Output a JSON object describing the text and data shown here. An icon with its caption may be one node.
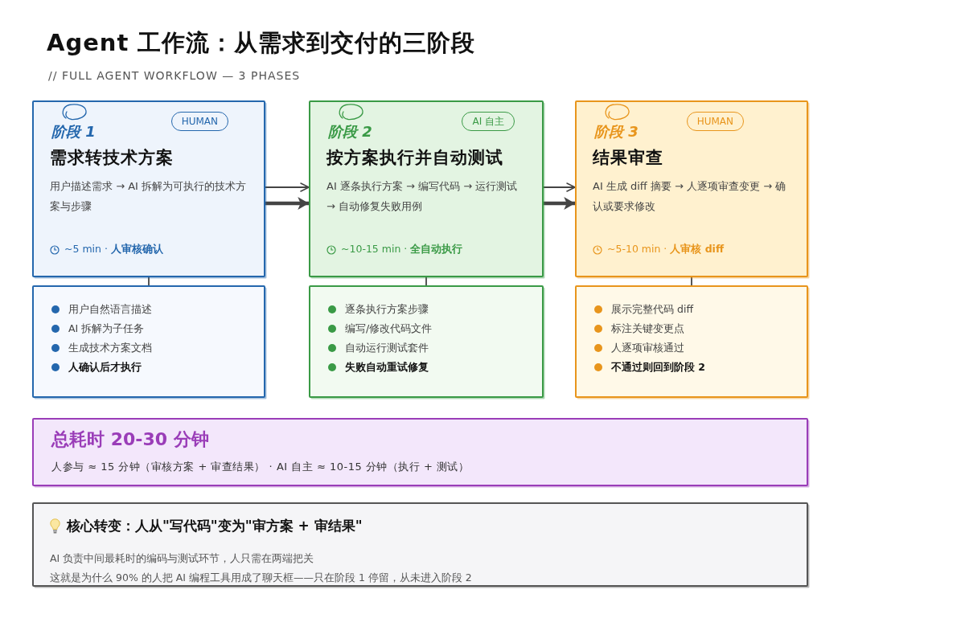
{
  "diagram": {
    "title": "Agent 工作流：从需求到交付的三阶段",
    "nodes": [
      {
        "text": [
          "阶段 1",
          "需求转技术方案",
          "用户描述需求 → AI 拆解为可执行的技术方案与步骤",
          "~5 min · **人审核确认**"
        ]
      },
      {
        "text": [
          "HUMAN"
        ],
        "in": 0
      },
      {
        "text": [
          "阶段 2",
          "按方案执行并自动测试",
          "AI 逐条执行方案 → 编写代码 → 运行测试 → 自动修复失败用例",
          "~10-15 min · **全自动执行**"
        ]
      },
      {
        "text": [
          "AI 自主"
        ],
        "in": 2
      },
      {
        "text": [
          "阶段 3",
          "结果审查",
          "AI 生成 diff 摘要 → 人逐项审查变更 → 确认或要求修改",
          "~5-10 min · **人审核 diff**"
        ]
      },
      {
        "text": [
          "HUMAN"
        ],
        "in": 4
      },
      {
        "text": [
          "用户自然语言描述",
          "AI 拆解为子任务",
          "生成技术方案文档",
          "人确认后才执行"
        ]
      },
      {
        "text": [
          "逐条执行方案步骤",
          "编写/修改代码文件",
          "自动运行测试套件",
          "失败自动重试修复"
        ]
      },
      {
        "text": [
          "展示完整代码 diff",
          "标注关键变更点",
          "人逐项审核通过",
          "不通过则回到阶段 2"
        ]
      },
      {
        "text": [
          "总耗时 20-30 分钟",
          "人参与 ≈ 15 分钟（审核方案 + 审查结果） · AI 自主 ≈ 10-15 分钟（执行 + 测试）"
        ]
      },
      {
        "text": [
          "核心转变：人从\"写代码\"变为\"审方案 + 审结果\"",
          "AI 负责中间最耗时的编码与测试环节，人只需在两端把关",
          "这就是为什么 90% 的人把 AI 编程工具用成了聊天框——只在阶段 1 停留，从未进入阶段 2"
        ]
      }
    ],
    "edges": [
      {
        "from": 0,
        "to": 2,
        "arrow": "to"
      },
      {
        "from": 0,
        "to": 2,
        "arrow": "to",
        "style": "thick"
      },
      {
        "from": 2,
        "to": 4,
        "arrow": "to"
      },
      {
        "from": 2,
        "to": 4,
        "arrow": "to",
        "style": "thick"
      },
      {
        "from": 0,
        "to": 6,
        "arrow": "none"
      },
      {
        "from": 2,
        "to": 7,
        "arrow": "none"
      },
      {
        "from": 4,
        "to": 8,
        "arrow": "none"
      }
    ],
    "labels": [
      "// FULL AGENT WORKFLOW — 3 PHASES"
    ]
  }
}
